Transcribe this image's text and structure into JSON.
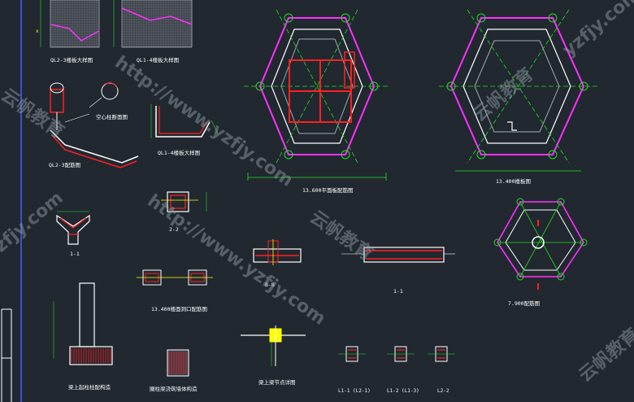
{
  "labels": {
    "ql2_3_detail": "QL2-3楼板大样图",
    "ql1_4_detail": "QL1-4楼板大样图",
    "hollow_column": "空心柱断面图",
    "ql1_4_section": "QL1-4楼板大样图",
    "ql2_3_profile": "QL2-3配筋图",
    "plan_13600": "13.600平面板配筋图",
    "slab_13400": "13.400楼板图",
    "sec_1_1": "1-1",
    "sec_2_2": "2-2",
    "sec_b_b": "B-B",
    "sec_1_1b": "1-1",
    "opening_13400": "13.400楼面洞口配筋图",
    "plan_7900": "7.900配筋图",
    "beam_column": "梁上起柱柱配构造",
    "ring_beam": "圈柱梁浇筑墙体构造",
    "beam_node": "梁上梁节点详图",
    "l1_1": "L1-1 (L2-1)",
    "l1_2": "L1-2 (L1-3)",
    "l2_2": "L2-2"
  },
  "watermarks": [
    "云帆教育",
    "http://www.yzfjy.com",
    "云帆教育",
    "http://www.yzfjy.com",
    "yzfjy.com",
    "云帆教育",
    "yzfjy.com",
    "云帆教育"
  ],
  "colors": {
    "background": "#212830",
    "hex_outline": "#ff30ff",
    "dim_green": "#20e020",
    "rebar_red": "#ff2020",
    "concrete": "#ffffff",
    "axis_yellow": "#ffff00",
    "hatch_gray": "#9098a0"
  }
}
